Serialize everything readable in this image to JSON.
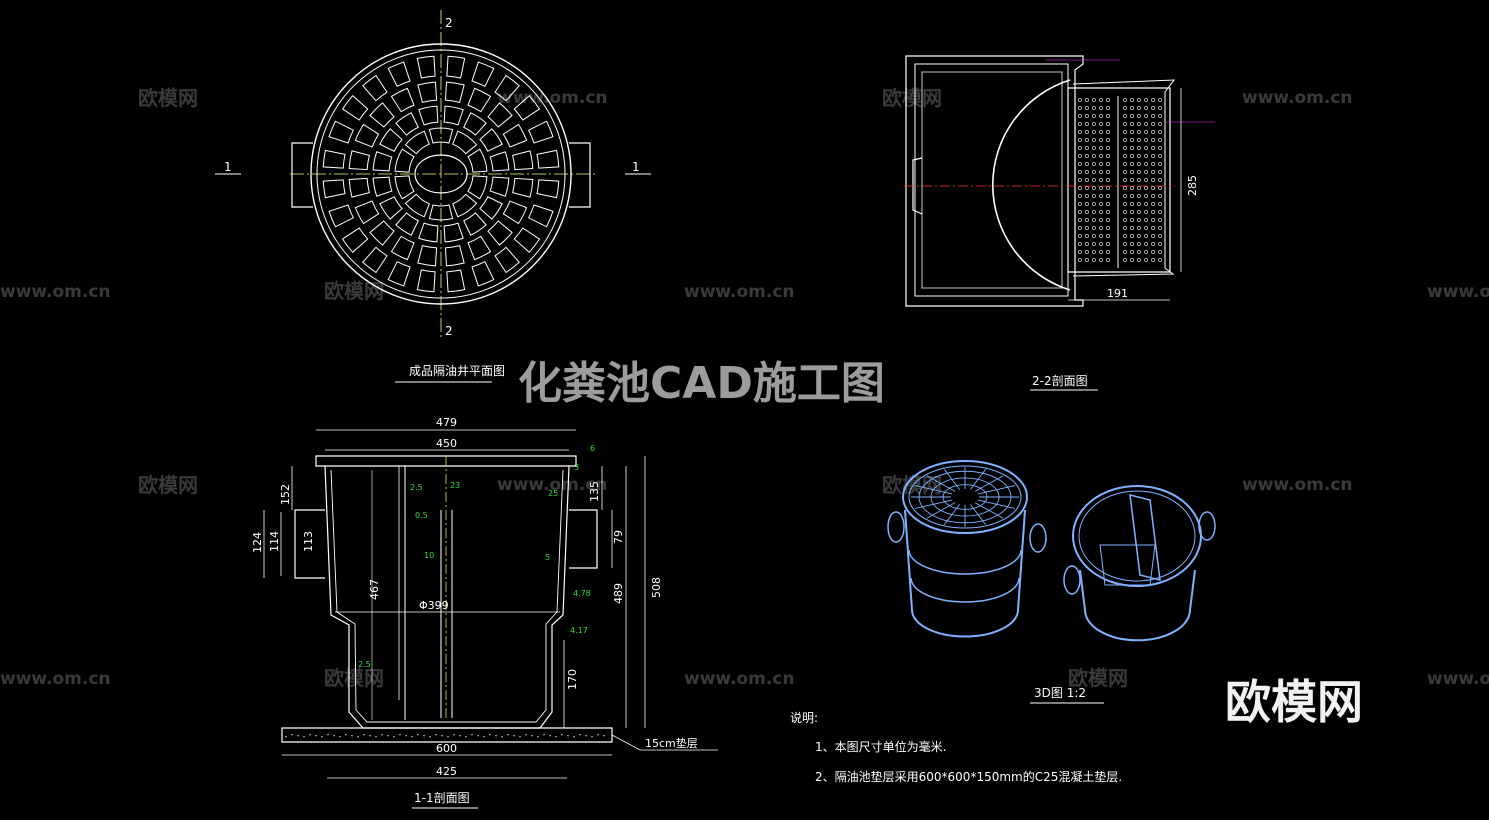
{
  "watermark": {
    "brand": "欧模网",
    "url": "www.om.cn"
  },
  "title_overlay": "化粪池CAD施工图",
  "brand_logo": "欧模网",
  "plan_view": {
    "caption": "成品隔油井平面图",
    "section_mark_1": "1",
    "section_mark_2": "2"
  },
  "section_22": {
    "caption": "2-2剖面图",
    "dim_height": "285",
    "dim_width": "191"
  },
  "section_11": {
    "caption": "1-1剖面图",
    "dim_479": "479",
    "dim_450": "450",
    "dim_600": "600",
    "dim_425": "425",
    "dim_508": "508",
    "dim_489": "489",
    "dim_467": "467",
    "dim_152": "152",
    "dim_124": "124",
    "dim_114": "114",
    "dim_113": "113",
    "dim_135": "135",
    "dim_79": "79",
    "dim_170": "170",
    "dim_phi399": "Φ399",
    "small_dims": [
      "2.5",
      "0.5",
      "10",
      "5",
      "4.78",
      "4.17",
      "2.5",
      "6",
      "3",
      "23",
      "25"
    ],
    "bedding_label": "15cm垫层"
  },
  "view_3d": {
    "caption": "3D图  1:2"
  },
  "notes": {
    "heading": "说明:",
    "line1": "1、本图尺寸单位为毫米.",
    "line2": "2、隔油池垫层采用600*600*150mm的C25混凝土垫层."
  }
}
